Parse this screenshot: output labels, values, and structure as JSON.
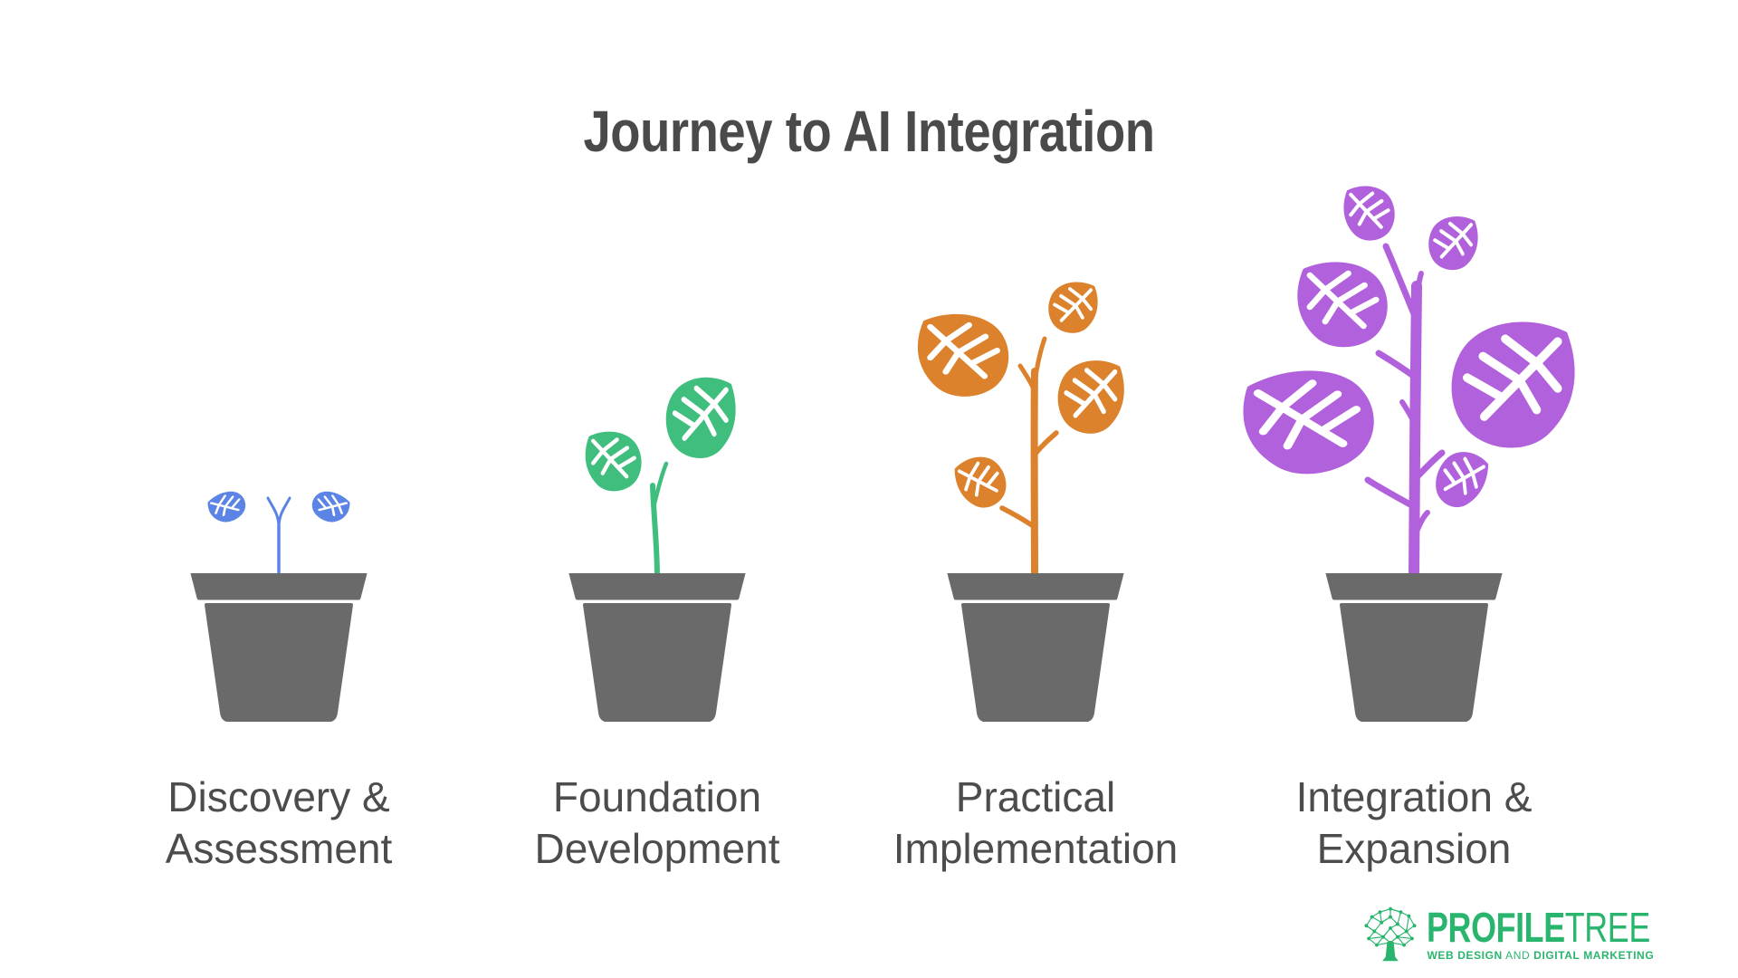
{
  "title": "Journey to AI Integration",
  "stages": [
    {
      "name": "discovery-assessment",
      "label_lines": [
        "Discovery &",
        "Assessment"
      ],
      "color": "#5b84e4"
    },
    {
      "name": "foundation-development",
      "label_lines": [
        "Foundation",
        "Development"
      ],
      "color": "#3fbe7d"
    },
    {
      "name": "practical-implementation",
      "label_lines": [
        "Practical",
        "Implementation"
      ],
      "color": "#dc812c"
    },
    {
      "name": "integration-expansion",
      "label_lines": [
        "Integration &",
        "Expansion"
      ],
      "color": "#b161dc"
    }
  ],
  "pot_color": "#6a6a6a",
  "text_color": "#4c4c4c",
  "background": "#ffffff",
  "logo": {
    "color": "#2ab56e",
    "brand_bold": "PROFILE",
    "brand_light": "TREE",
    "tagline_bold_1": "WEB DESIGN",
    "tagline_light": "AND",
    "tagline_bold_2": "DIGITAL MARKETING"
  }
}
